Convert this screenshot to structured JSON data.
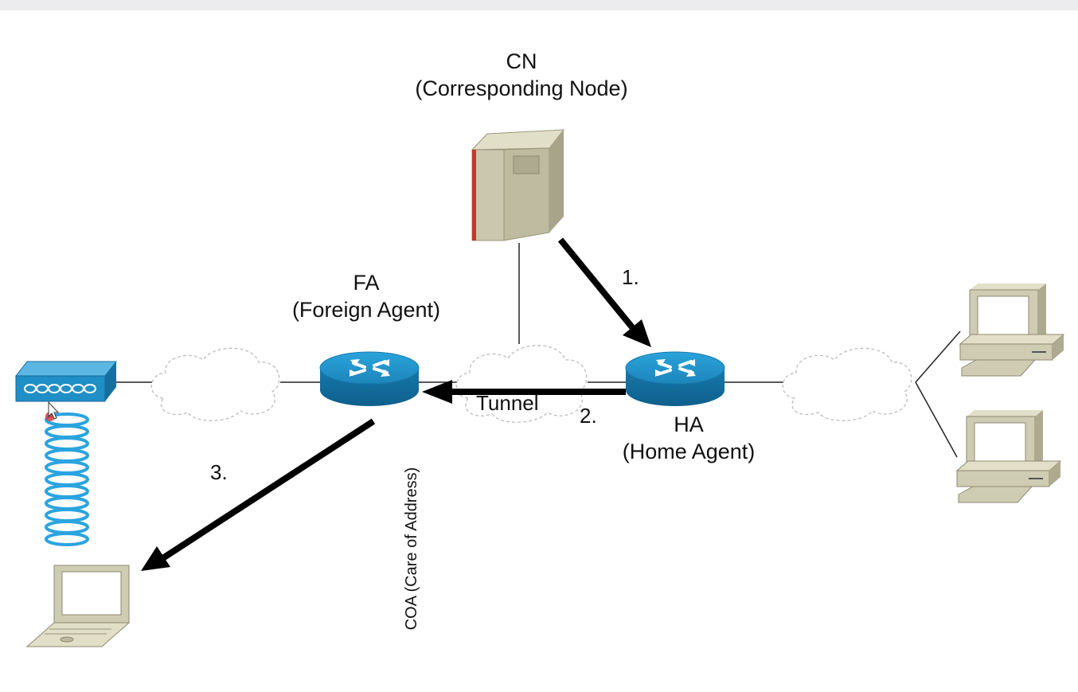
{
  "nodes": {
    "cn": {
      "name": "CN",
      "description": "(Corresponding Node)"
    },
    "fa": {
      "name": "FA",
      "description": "(Foreign Agent)"
    },
    "ha": {
      "name": "HA",
      "description": "(Home Agent)"
    }
  },
  "labels": {
    "tunnel": "Tunnel",
    "coa": "COA (Care of Address)"
  },
  "steps": [
    "1.",
    "2.",
    "3."
  ],
  "colors": {
    "router": "#1f8fc6",
    "antenna": "#2aa4e0",
    "server": "#c9c5ab",
    "computer": "#cfccb4",
    "arrow": "#000000"
  }
}
